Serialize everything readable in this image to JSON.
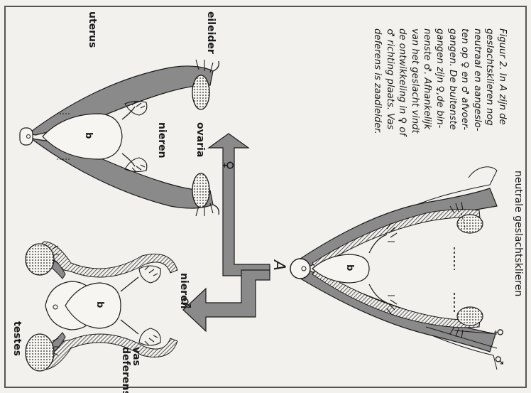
{
  "caption": [
    "Figuur 2. In A zijn de",
    "geslachtsklieren nog",
    "neutraal en aangeslo-",
    "ten op ♀ en ♂ afvoer-",
    "gangen. De buitenste",
    "gangen zijn ♀,de bin-",
    "nenste ♂. Afhankelijk",
    "van het geslacht vindt",
    "de ontwikkeling in ♀ of",
    "♂ richting plaats. Vas",
    "deferens is zaadleider."
  ],
  "labels": {
    "neutral_gonads": "neutrale geslachtsklieren",
    "oviduct": "eileider",
    "uterus": "uterus",
    "kidneys_female": "nieren",
    "ovaries": "ovaria",
    "female_symbol": "♀",
    "stage_a": "A",
    "male_symbol": "♂",
    "kidneys_male": "nieren",
    "vas_deferens": "vas\ndeferens",
    "testes": "testes",
    "bladder_neutral": "b",
    "bladder_female": "b",
    "bladder_male": "b",
    "female_duct_marker": "♀",
    "male_duct_marker": "♂"
  },
  "colors": {
    "paper": "#f2f1ed",
    "ink": "#1a1a1a",
    "duct_shade": "#8a8a8a"
  }
}
